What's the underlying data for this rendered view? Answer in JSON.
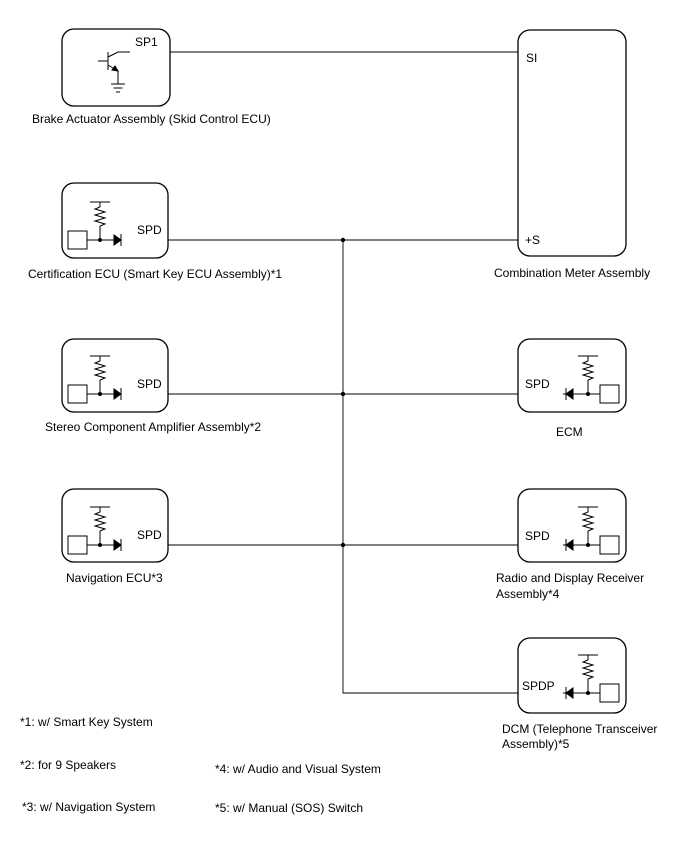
{
  "components": {
    "brake": {
      "label": "Brake Actuator Assembly (Skid Control ECU)",
      "pin": "SP1"
    },
    "combo": {
      "label": "Combination Meter Assembly",
      "pin_si": "SI",
      "pin_s": "+S"
    },
    "cert": {
      "label": "Certification ECU (Smart Key ECU Assembly)*1",
      "pin": "SPD"
    },
    "stereo": {
      "label": "Stereo Component Amplifier Assembly*2",
      "pin": "SPD"
    },
    "ecm": {
      "label": "ECM",
      "pin": "SPD"
    },
    "nav": {
      "label": "Navigation ECU*3",
      "pin": "SPD"
    },
    "radio": {
      "label_line1": "Radio and Display Receiver",
      "label_line2": "Assembly*4",
      "pin": "SPD"
    },
    "dcm": {
      "label_line1": "DCM (Telephone Transceiver",
      "label_line2": "Assembly)*5",
      "pin": "SPDP"
    }
  },
  "notes": {
    "n1": "*1: w/ Smart Key System",
    "n2": "*2: for 9 Speakers",
    "n3": "*3: w/ Navigation System",
    "n4": "*4: w/ Audio and Visual System",
    "n5": "*5: w/ Manual (SOS) Switch"
  }
}
